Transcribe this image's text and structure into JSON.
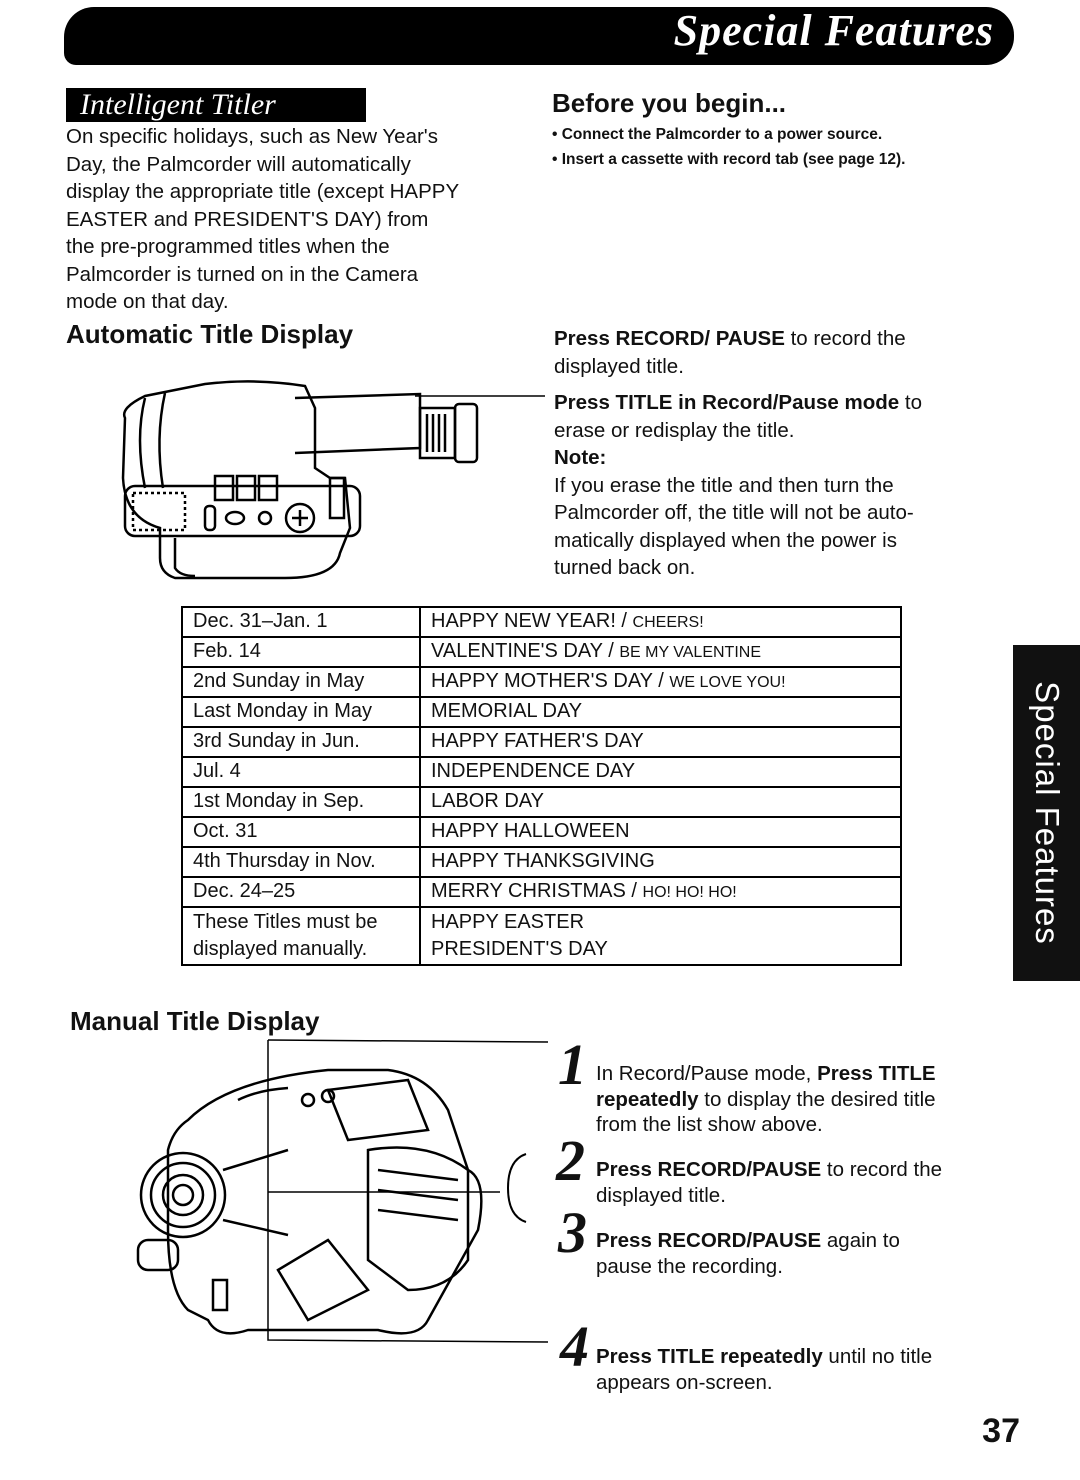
{
  "header": {
    "title": "Special Features"
  },
  "section_tag": "Intelligent Titler",
  "intro": [
    "On specific holidays, such as New Year's",
    "Day, the Palmcorder will automatically",
    "display the appropriate title (except HAPPY",
    "EASTER and PRESIDENT'S DAY) from",
    "the pre-programmed titles when the",
    "Palmcorder is turned on in the Camera",
    "mode on that day."
  ],
  "before": {
    "heading": "Before you begin...",
    "bullets": [
      "Connect the Palmcorder to a power source.",
      "Insert a cassette with record tab (see page 12)."
    ]
  },
  "auto": {
    "heading": "Automatic Title Display",
    "p1_bold": "Press RECORD/ PAUSE",
    "p1_rest": " to record the",
    "p1_line2": "displayed title.",
    "p2_bold": "Press TITLE in Record/Pause mode",
    "p2_rest": " to",
    "p2_line2": "erase or redisplay the title.",
    "note_label": "Note:",
    "note_lines": [
      "If you erase the title and then turn the",
      "Palmcorder off, the title will not be auto-",
      "matically displayed when the power is",
      "turned back on."
    ]
  },
  "table": {
    "rows": [
      {
        "date": "Dec. 31–Jan. 1",
        "title": "HAPPY NEW YEAR! / ",
        "alt": "CHEERS!"
      },
      {
        "date": "Feb. 14",
        "title": "VALENTINE'S DAY / ",
        "alt": "BE MY VALENTINE"
      },
      {
        "date": "2nd Sunday in May",
        "title": "HAPPY MOTHER'S DAY / ",
        "alt": "WE LOVE YOU!"
      },
      {
        "date": "Last Monday in May",
        "title": "MEMORIAL DAY",
        "alt": ""
      },
      {
        "date": "3rd Sunday in Jun.",
        "title": "HAPPY FATHER'S DAY",
        "alt": ""
      },
      {
        "date": "Jul. 4",
        "title": "INDEPENDENCE DAY",
        "alt": ""
      },
      {
        "date": "1st Monday in Sep.",
        "title": "LABOR DAY",
        "alt": ""
      },
      {
        "date": "Oct. 31",
        "title": "HAPPY HALLOWEEN",
        "alt": ""
      },
      {
        "date": "4th Thursday in Nov.",
        "title": "HAPPY THANKSGIVING",
        "alt": ""
      },
      {
        "date": "Dec. 24–25",
        "title": "MERRY CHRISTMAS / ",
        "alt": "HO! HO! HO!"
      }
    ],
    "manual_date_1": "These Titles must be",
    "manual_date_2": "displayed manually.",
    "manual_title_1": "HAPPY EASTER",
    "manual_title_2": "PRESIDENT'S DAY"
  },
  "side_tab": "Special Features",
  "manual": {
    "heading": "Manual Title Display",
    "steps": [
      {
        "num": "1",
        "l1_pre": "In Record/Pause mode, ",
        "l1_bold": "Press TITLE",
        "l2_bold": "repeatedly",
        "l2_rest": " to display the desired title",
        "l3": "from the list show above."
      },
      {
        "num": "2",
        "l1_bold": "Press RECORD/PAUSE",
        "l1_rest": " to record the",
        "l2": "displayed title."
      },
      {
        "num": "3",
        "l1_bold": "Press RECORD/PAUSE",
        "l1_rest": " again to",
        "l2": "pause the recording."
      },
      {
        "num": "4",
        "l1_bold": "Press TITLE repeatedly",
        "l1_rest": " until no title",
        "l2": "appears on-screen."
      }
    ]
  },
  "page_number": "37"
}
